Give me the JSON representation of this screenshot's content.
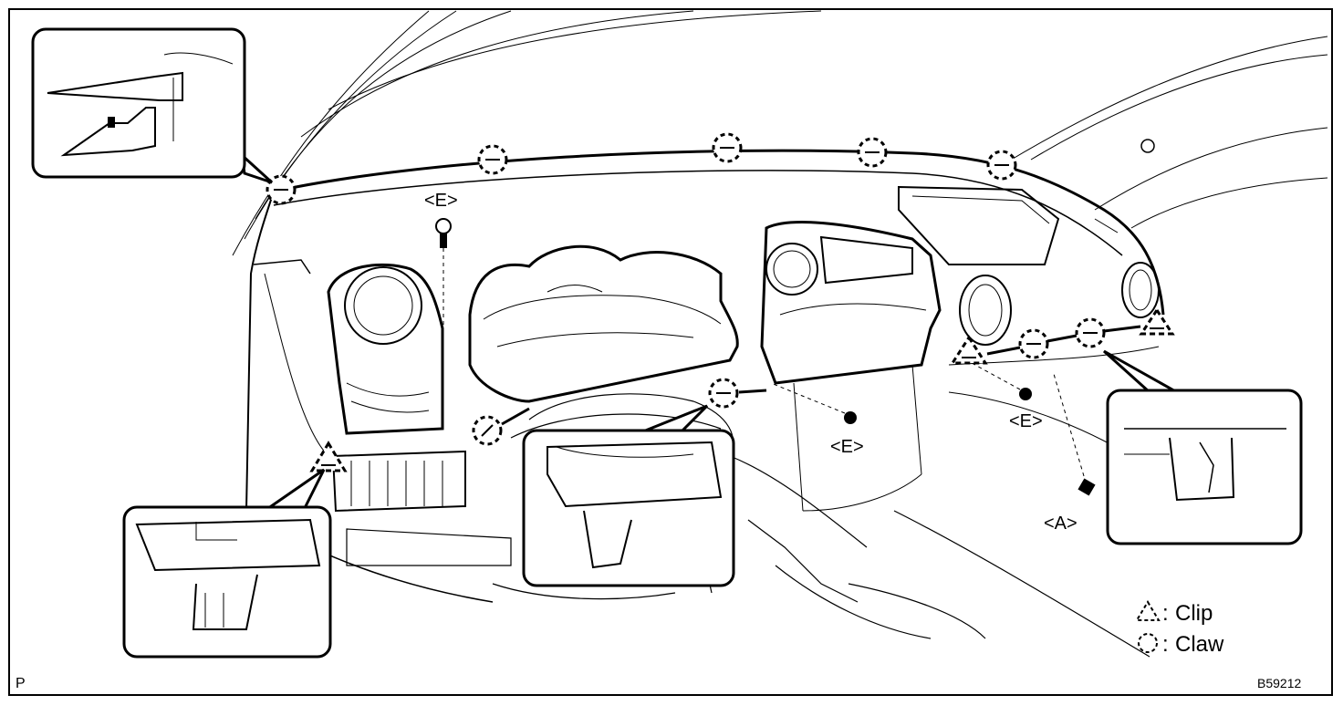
{
  "labels": {
    "e_top": "<E>",
    "e_center": "<E>",
    "e_right": "<E>",
    "a_right": "<A>"
  },
  "legend": {
    "clip_label": "Clip",
    "claw_label": "Claw"
  },
  "footer": {
    "corner_mark": "P",
    "figure_code": "B59212"
  },
  "colors": {
    "ink": "#000000",
    "paper": "#ffffff"
  }
}
